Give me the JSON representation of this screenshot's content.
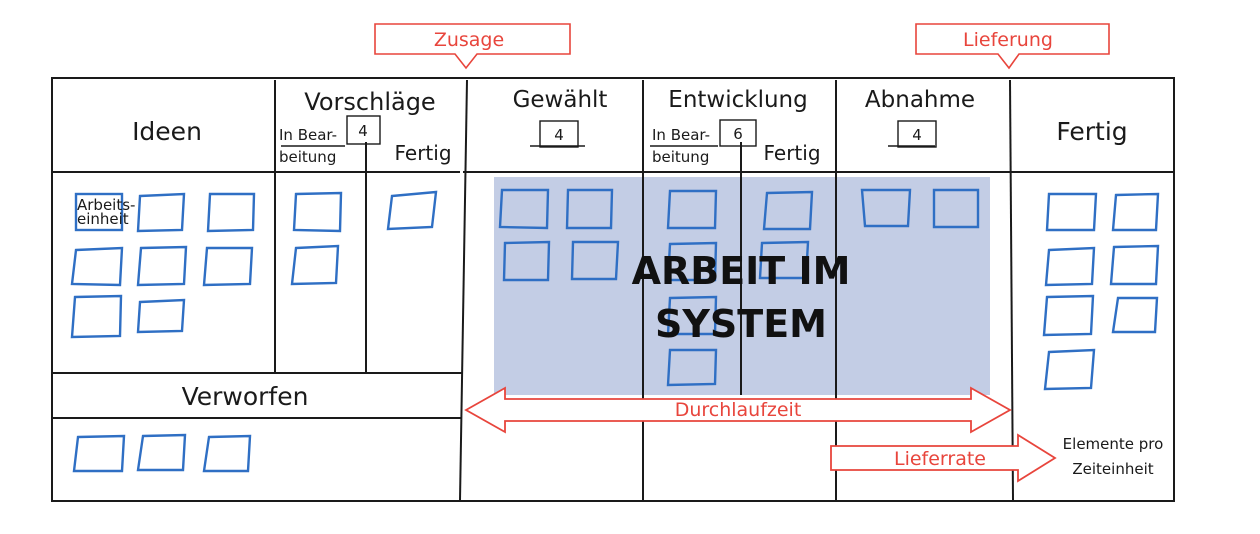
{
  "milestones": {
    "commitment": "Zusage",
    "delivery": "Lieferung"
  },
  "columns": {
    "ideas": {
      "title": "Ideen"
    },
    "proposals": {
      "title": "Vorschläge",
      "wip_label_line1": "In Bear-",
      "wip_label_line2": "beitung",
      "wip_limit": "4",
      "done_label": "Fertig"
    },
    "selected": {
      "title": "Gewählt",
      "wip_limit": "4"
    },
    "development": {
      "title": "Entwicklung",
      "wip_label_line1": "In Bear-",
      "wip_label_line2": "beitung",
      "wip_limit": "6",
      "done_label": "Fertig"
    },
    "acceptance": {
      "title": "Abnahme",
      "wip_limit": "4"
    },
    "done": {
      "title": "Fertig"
    },
    "rejected": {
      "title": "Verworfen"
    }
  },
  "work_item_label_line1": "Arbeits-",
  "work_item_label_line2": "einheit",
  "system_overlay": {
    "line1": "ARBEIT IM",
    "line2": "SYSTEM",
    "color": "#c3cde5"
  },
  "lead_time_label": "Durchlaufzeit",
  "throughput": {
    "label": "Lieferrate",
    "note_line1": "Elemente pro",
    "note_line2": "Zeiteinheit"
  },
  "colors": {
    "card": "#2f6fc4",
    "accent": "#e8453c",
    "ink": "#1a1a1a"
  }
}
